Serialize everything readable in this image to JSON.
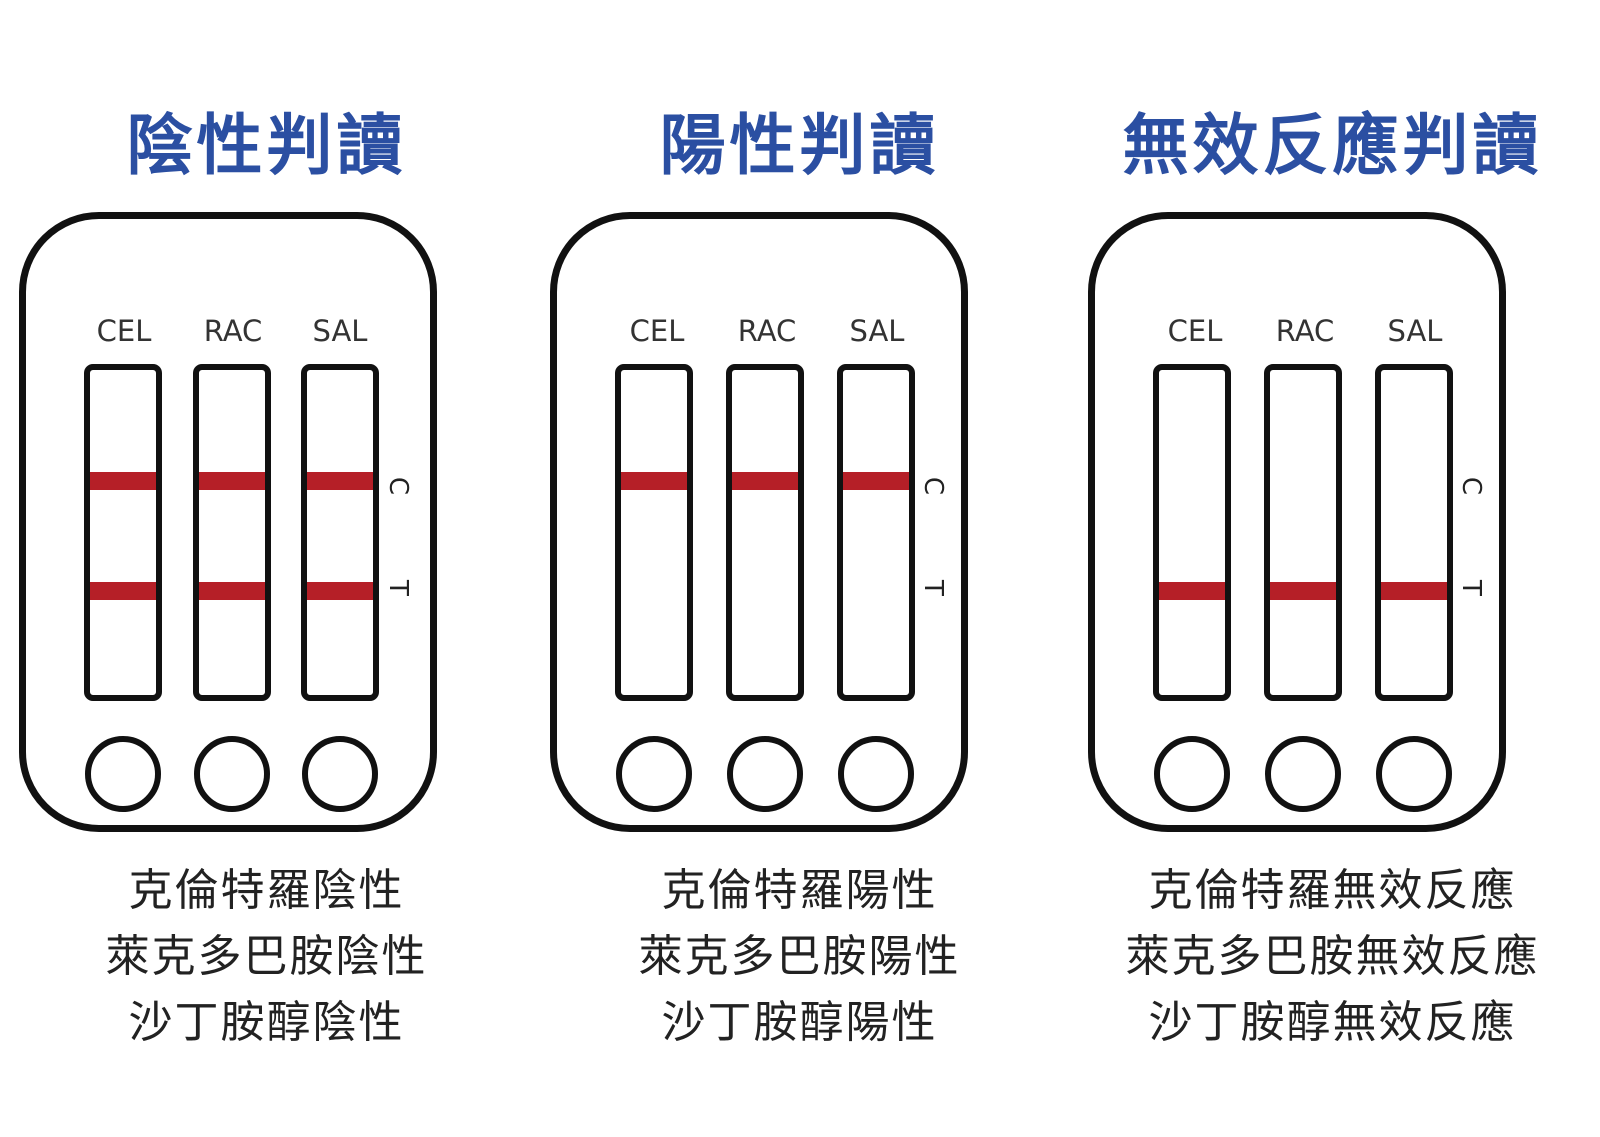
{
  "colors": {
    "title": "#2b4fa2",
    "band": "#b51f27",
    "outline": "#111111"
  },
  "marker_labels": {
    "c": "C",
    "t": "T"
  },
  "panels": [
    {
      "title": "陰性判讀",
      "strips": [
        {
          "label": "CEL",
          "c_line": true,
          "t_line": true
        },
        {
          "label": "RAC",
          "c_line": true,
          "t_line": true
        },
        {
          "label": "SAL",
          "c_line": true,
          "t_line": true
        }
      ],
      "results": [
        "克倫特羅陰性",
        "萊克多巴胺陰性",
        "沙丁胺醇陰性"
      ]
    },
    {
      "title": "陽性判讀",
      "strips": [
        {
          "label": "CEL",
          "c_line": true,
          "t_line": false
        },
        {
          "label": "RAC",
          "c_line": true,
          "t_line": false
        },
        {
          "label": "SAL",
          "c_line": true,
          "t_line": false
        }
      ],
      "results": [
        "克倫特羅陽性",
        "萊克多巴胺陽性",
        "沙丁胺醇陽性"
      ]
    },
    {
      "title": "無效反應判讀",
      "strips": [
        {
          "label": "CEL",
          "c_line": false,
          "t_line": true
        },
        {
          "label": "RAC",
          "c_line": false,
          "t_line": true
        },
        {
          "label": "SAL",
          "c_line": false,
          "t_line": true
        }
      ],
      "results": [
        "克倫特羅無效反應",
        "萊克多巴胺無效反應",
        "沙丁胺醇無效反應"
      ]
    }
  ]
}
